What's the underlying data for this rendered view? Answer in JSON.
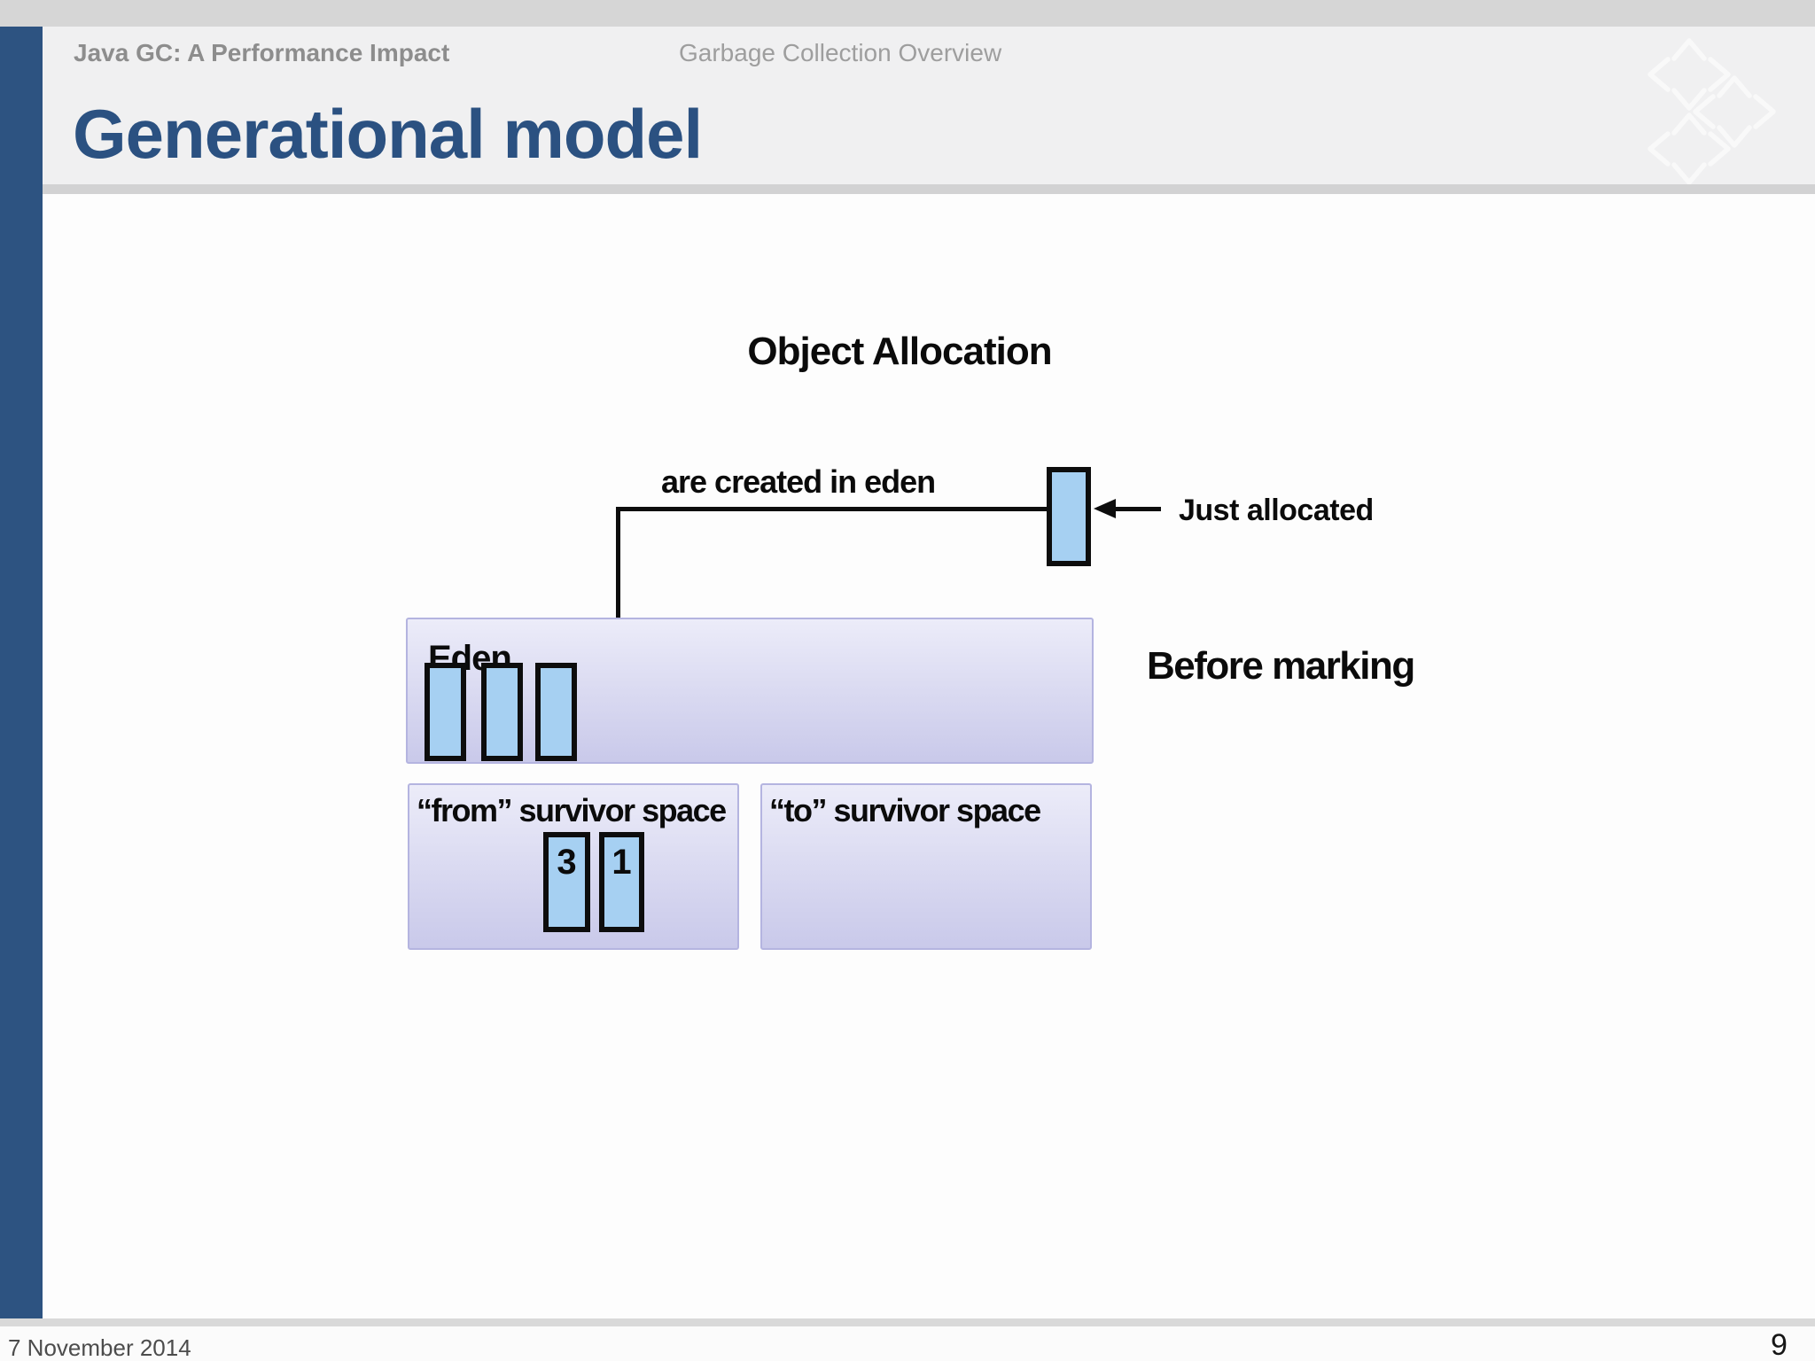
{
  "header": {
    "left_title": "Java GC: A Performance Impact",
    "right_title": "Garbage Collection Overview"
  },
  "slide": {
    "title": "Generational model"
  },
  "diagram": {
    "title": "Object Allocation",
    "annotation_eden": "are created in eden",
    "annotation_allocated": "Just allocated",
    "state_label": "Before marking",
    "eden": {
      "label": "Eden",
      "object_count": 3
    },
    "from_survivor": {
      "label": "“from” survivor space",
      "objects": [
        "3",
        "1"
      ]
    },
    "to_survivor": {
      "label": "“to” survivor space",
      "objects": []
    }
  },
  "footer": {
    "date": "7 November 2014",
    "page_number": "9"
  },
  "colors": {
    "accent_bar": "#2d5381",
    "title_text": "#2b5181",
    "header_band": "#f0f0f1",
    "object_fill": "#a6d0f2",
    "object_border": "#0d0d0d",
    "memory_box_fill_top": "#ececf9",
    "memory_box_fill_bottom": "#c9c9ea",
    "memory_box_border": "#b4b4e0"
  }
}
